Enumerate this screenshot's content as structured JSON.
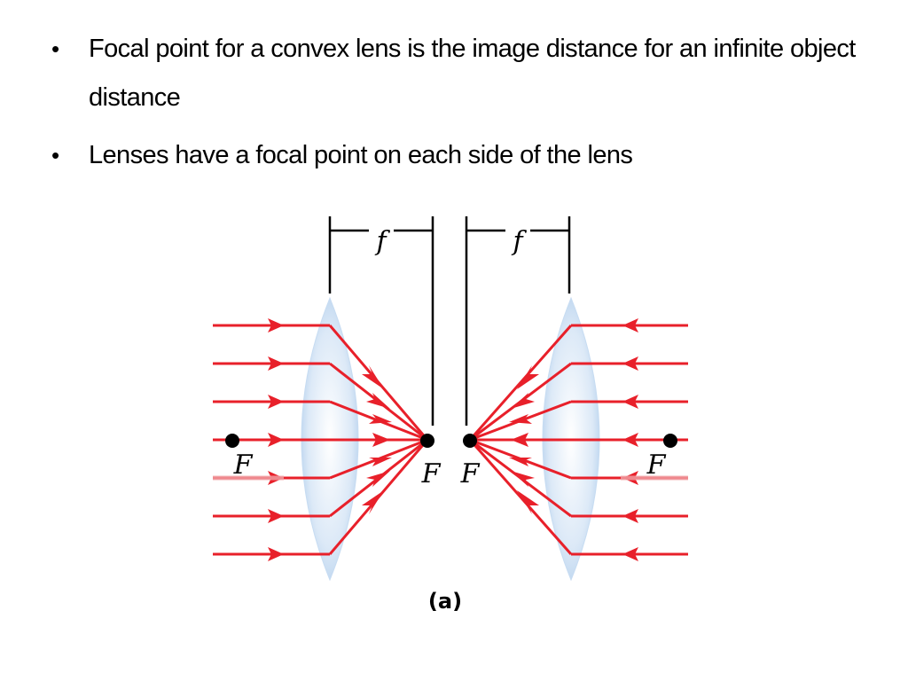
{
  "bullets": [
    {
      "text": "Focal point for a convex lens is the image distance for an infinite object distance"
    },
    {
      "text": "Lenses have a focal point on each side of the lens"
    }
  ],
  "figure": {
    "focal_length_symbol": "f",
    "focal_point_label": "F",
    "caption": "(a)",
    "colors": {
      "ray": "#e8202a",
      "lens": "#cfe2f5",
      "lens_edge": "#a9c8ea",
      "ink": "#000000"
    }
  }
}
